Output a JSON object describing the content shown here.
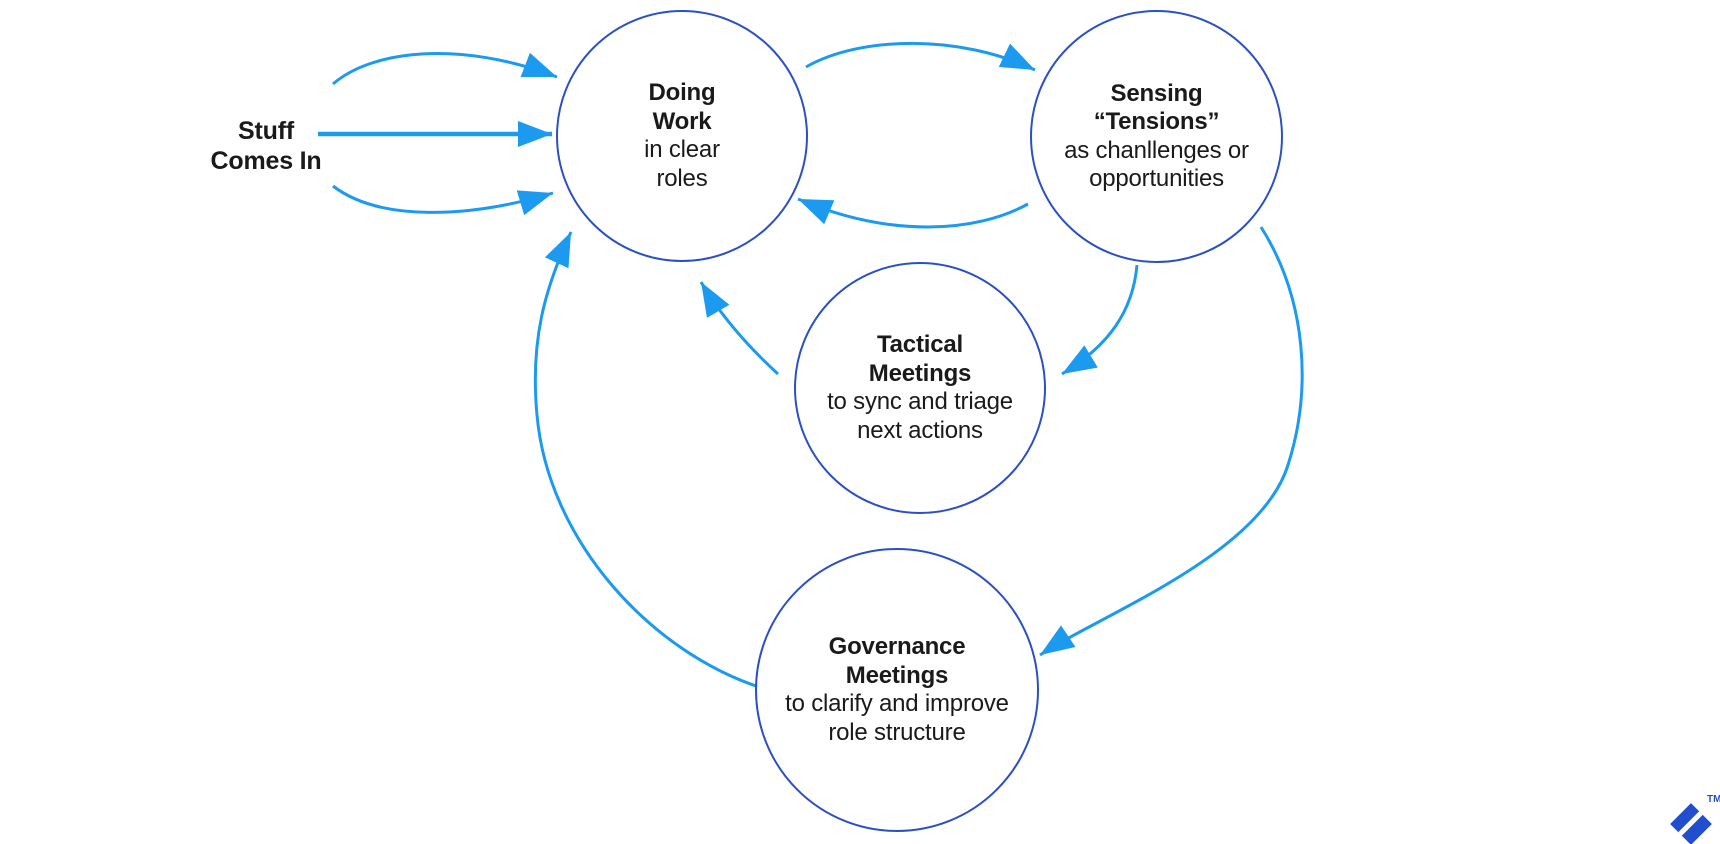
{
  "diagram": {
    "input_label": [
      "Stuff",
      "Comes In"
    ],
    "nodes": [
      {
        "id": "doing-work",
        "title_lines": [
          "Doing",
          "Work"
        ],
        "subtitle_lines": [
          "in clear",
          "roles"
        ]
      },
      {
        "id": "sensing-tensions",
        "title_lines": [
          "Sensing",
          "“Tensions”"
        ],
        "subtitle_lines": [
          "as chanllenges or",
          "opportunities"
        ]
      },
      {
        "id": "tactical-meetings",
        "title_lines": [
          "Tactical",
          "Meetings"
        ],
        "subtitle_lines": [
          "to sync and triage",
          "next actions"
        ]
      },
      {
        "id": "governance-meetings",
        "title_lines": [
          "Governance",
          "Meetings"
        ],
        "subtitle_lines": [
          "to clarify and improve",
          "role structure"
        ]
      }
    ],
    "edges": [
      {
        "from": "stuff-comes-in",
        "to": "doing-work"
      },
      {
        "from": "stuff-comes-in",
        "to": "doing-work"
      },
      {
        "from": "stuff-comes-in",
        "to": "doing-work"
      },
      {
        "from": "doing-work",
        "to": "sensing-tensions"
      },
      {
        "from": "sensing-tensions",
        "to": "doing-work"
      },
      {
        "from": "sensing-tensions",
        "to": "tactical-meetings"
      },
      {
        "from": "sensing-tensions",
        "to": "governance-meetings"
      },
      {
        "from": "tactical-meetings",
        "to": "doing-work"
      },
      {
        "from": "governance-meetings",
        "to": "doing-work"
      }
    ],
    "colors": {
      "node_stroke": "#2b50c6",
      "arrow": "#1b9af0",
      "text": "#1a1a1a",
      "logo": "#204ecf"
    },
    "logo": {
      "name": "toptal-logomark",
      "tm": "TM"
    }
  }
}
